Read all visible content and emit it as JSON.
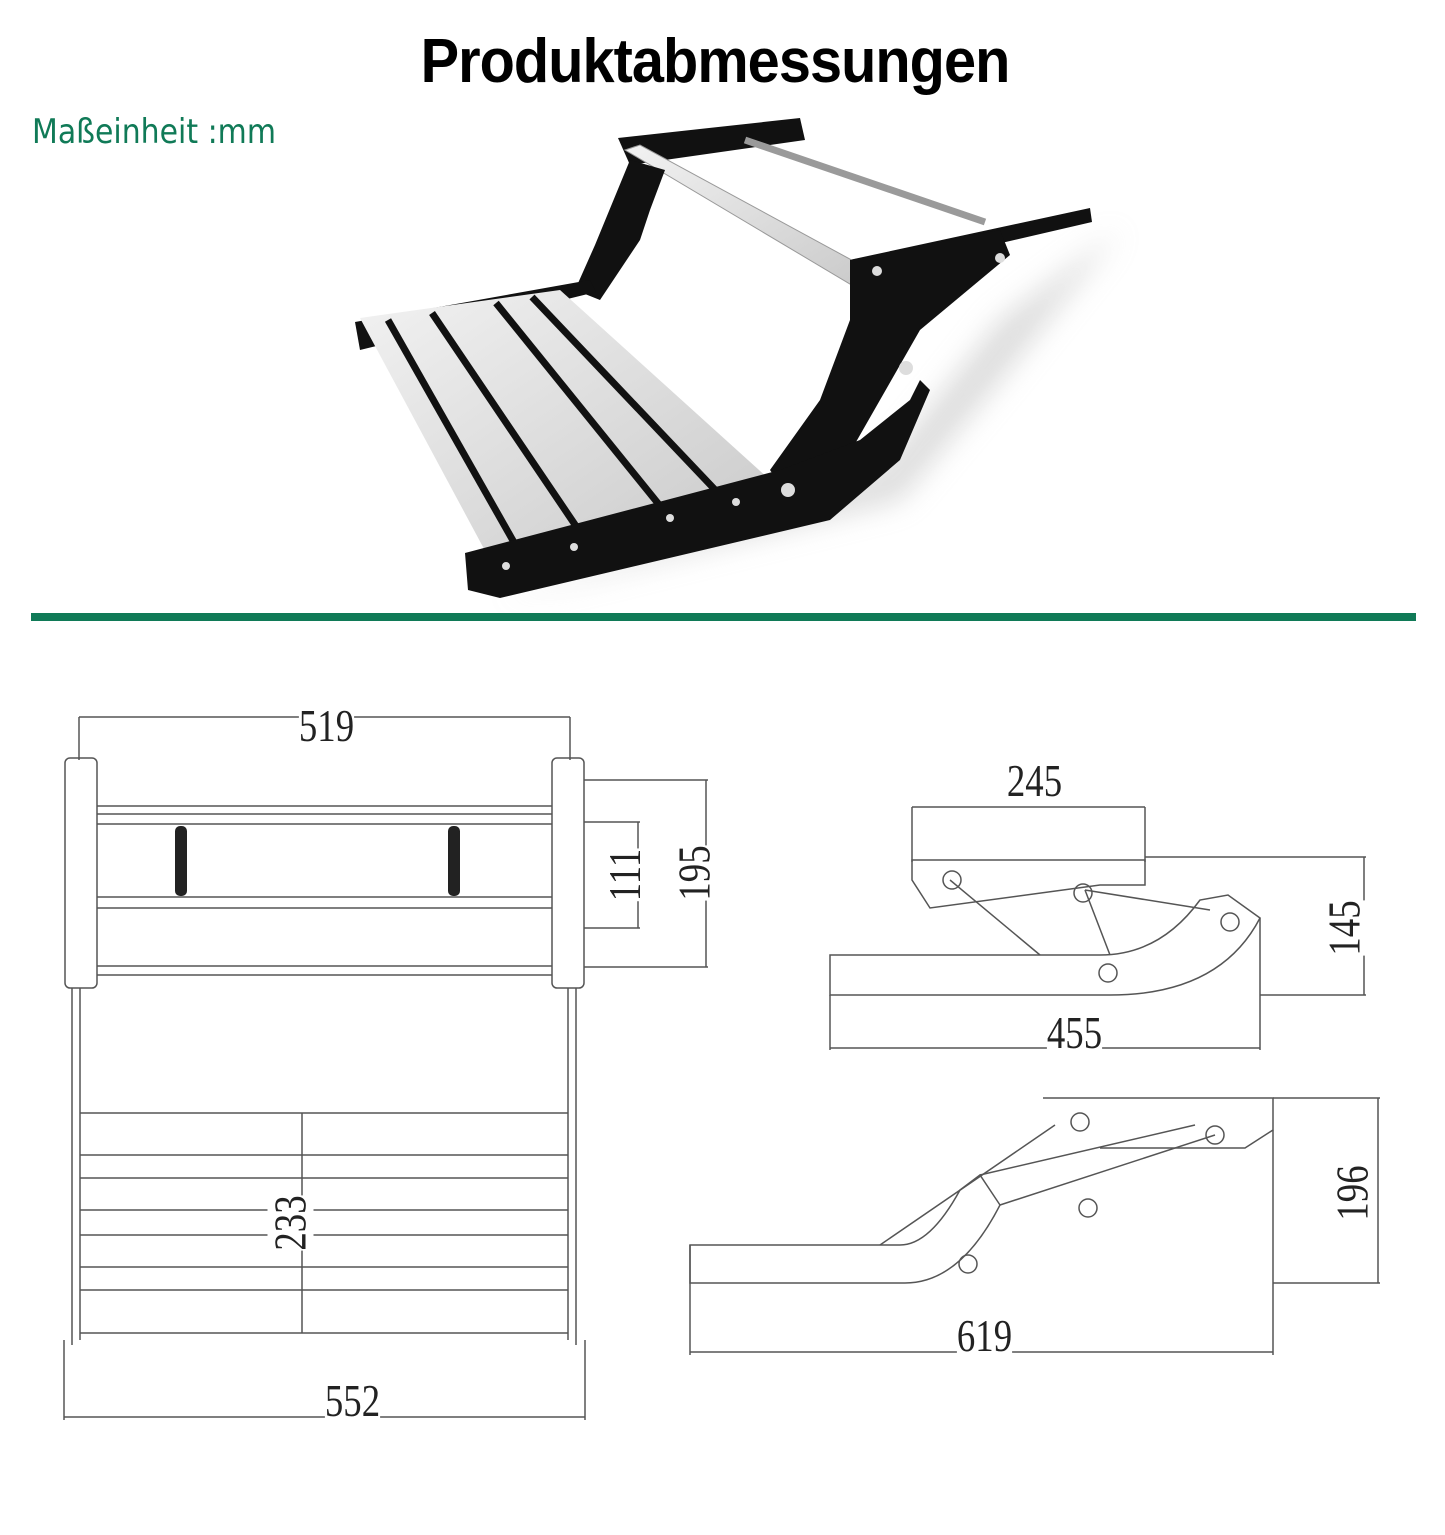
{
  "header": {
    "title": "Produktabmessungen",
    "unit_label": "Maßeinheit :mm"
  },
  "colors": {
    "accent_green": "#107a57",
    "text": "#000000",
    "line": "#555555"
  },
  "product_photo": {
    "subject": "Folding step (black steel frame, aluminium tread with black rubber strips)"
  },
  "drawings": {
    "front_view": {
      "top_width": "519",
      "bracket_hole_spacing_outer": "195",
      "bracket_hole_spacing_inner": "111",
      "tread_depth": "233",
      "overall_width": "552"
    },
    "side_view_folded": {
      "bracket_length": "245",
      "overall_length": "455",
      "height": "145"
    },
    "side_view_extended": {
      "overall_length": "619",
      "height": "196"
    }
  }
}
